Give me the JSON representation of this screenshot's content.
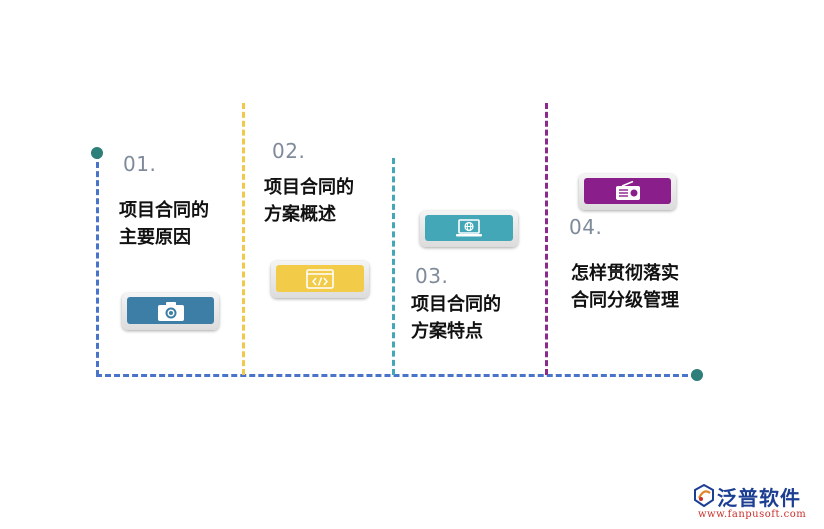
{
  "colors": {
    "timeline": "#4a74c9",
    "dot": "#2e7f7a",
    "divider_1": "#f1c94a",
    "divider_2": "#43a7b8",
    "divider_3": "#8a2a8d"
  },
  "steps": [
    {
      "num": "01.",
      "line1": "项目合同的",
      "line2": "主要原因",
      "icon": "camera-icon",
      "color": "#3d7ea6"
    },
    {
      "num": "02.",
      "line1": "项目合同的",
      "line2": "方案概述",
      "icon": "code-window-icon",
      "color": "#f2cb48"
    },
    {
      "num": "03.",
      "line1": "项目合同的",
      "line2": "方案特点",
      "icon": "laptop-globe-icon",
      "color": "#43a7b8"
    },
    {
      "num": "04.",
      "line1": "怎样贯彻落实",
      "line2": "合同分级管理",
      "icon": "radio-icon",
      "color": "#8a1f8c"
    }
  ],
  "logo": {
    "name": "泛普软件",
    "url": "www.fanpusoft.com"
  }
}
